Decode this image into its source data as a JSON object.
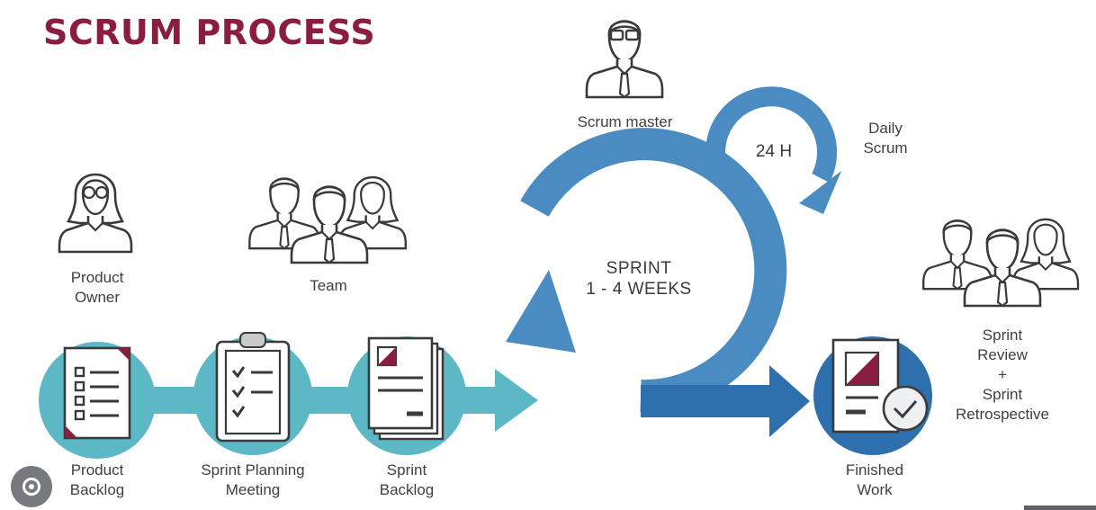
{
  "title": "SCRUM PROCESS",
  "roles": {
    "product_owner": [
      "Product",
      "Owner"
    ],
    "team": "Team",
    "scrum_master": "Scrum master"
  },
  "cycle": {
    "sprint_line1": "SPRINT",
    "sprint_line2": "1 - 4 WEEKS",
    "daily_hours": "24 H",
    "daily_label": [
      "Daily",
      "Scrum"
    ]
  },
  "steps": {
    "product_backlog": [
      "Product",
      "Backlog"
    ],
    "sprint_planning": [
      "Sprint Planning",
      "Meeting"
    ],
    "sprint_backlog": [
      "Sprint",
      "Backlog"
    ],
    "finished_work": [
      "Finished",
      "Work"
    ],
    "review": [
      "Sprint",
      "Review",
      "+",
      "Sprint",
      "Retrospective"
    ]
  },
  "colors": {
    "title": "#8b1e3f",
    "teal": "#5cb8c4",
    "blue": "#4a8cc2",
    "dark_blue": "#2e6fad",
    "line": "#3a3a3a"
  }
}
